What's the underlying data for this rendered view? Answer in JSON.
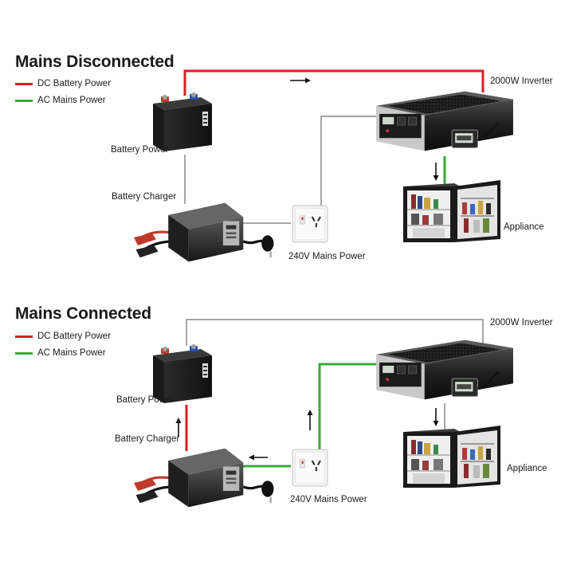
{
  "colors": {
    "dc": "#d81f26",
    "ac": "#3aa93a",
    "neutral": "#a6a6a6",
    "arrow": "#111111"
  },
  "top": {
    "title": "Mains Disconnected",
    "legend": {
      "dc": "DC Battery Power",
      "ac": "AC Mains Power"
    },
    "labels": {
      "battery": "Battery Power",
      "charger": "Battery Charger",
      "mains": "240V Mains Power",
      "inverter": "2000W Inverter",
      "appliance": "Appliance"
    }
  },
  "bottom": {
    "title": "Mains Connected",
    "legend": {
      "dc": "DC Battery Power",
      "ac": "AC Mains Power"
    },
    "labels": {
      "battery": "Battery Power",
      "charger": "Battery Charger",
      "mains": "240V Mains Power",
      "inverter": "2000W Inverter",
      "appliance": "Appliance"
    }
  }
}
